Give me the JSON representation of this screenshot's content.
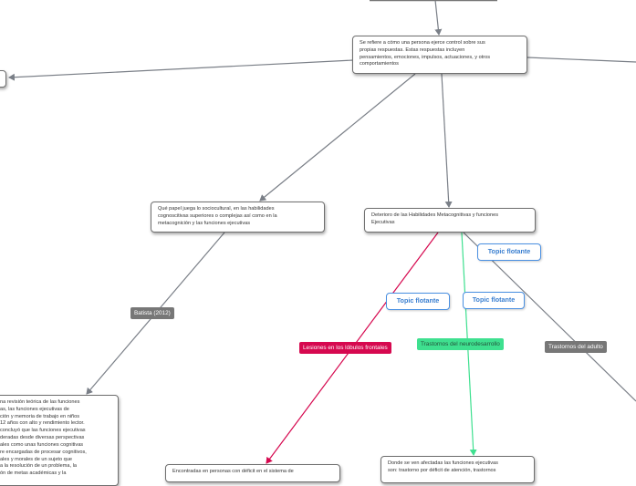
{
  "nodes": {
    "center": "Se refiere a cómo una persona ejerce control sobre sus\npropias respuestas. Estas respuestas incluyen\npensamientos, emociones, impulsos, actuaciones, y otros\ncomportamientos",
    "sociocultural": "Qué papel juega lo sociocultural, en las habilidades\ncognoscitivas superiores o complejas así como en la\nmetacognición y las funciones ejecutivas",
    "deterioro": "Deterioro de las Habilidades Metacognitivas y funciones\nEjecutivas",
    "batista_text": "na revisión teórica de las funciones\nas, las funciones ejecutivas de\nción y memoria de trabajo en niños\n 12 años con alto y rendimiento lector.\n concluyó que las funciones ejecutivas\nderadas desde diversas perspectivas\nales como unas funciones cognitivas\nre encargadas de procesar cognitivos,\nales y morales de un sujeto que\n a la resolución de un problema, la\nón de metas académicas y la",
    "lesiones_text": "Encontradas en personas con déficit en el sistema de",
    "neuro_text": "Donde se ven afectadas las funciones ejecutivas\nson: trastorno por déficit de atención, trastornos"
  },
  "labels": {
    "batista": "Batista (2012)",
    "lesiones": "Lesiones en los lóbulos frontales",
    "neurodesarrollo": "Trastornos del neurodesarrollo",
    "adulto": "Trastornos del adulto"
  },
  "floating_topics": [
    "Topic flotante",
    "Topic flotante",
    "Topic flotante"
  ],
  "colors": {
    "edge_gray": "#7a7f87",
    "edge_red": "#d6084f",
    "edge_green": "#3ee08f",
    "label_gray": "#777777",
    "label_red": "#d6084f",
    "label_green": "#3ee08f",
    "floating_border": "#4a90e2"
  }
}
